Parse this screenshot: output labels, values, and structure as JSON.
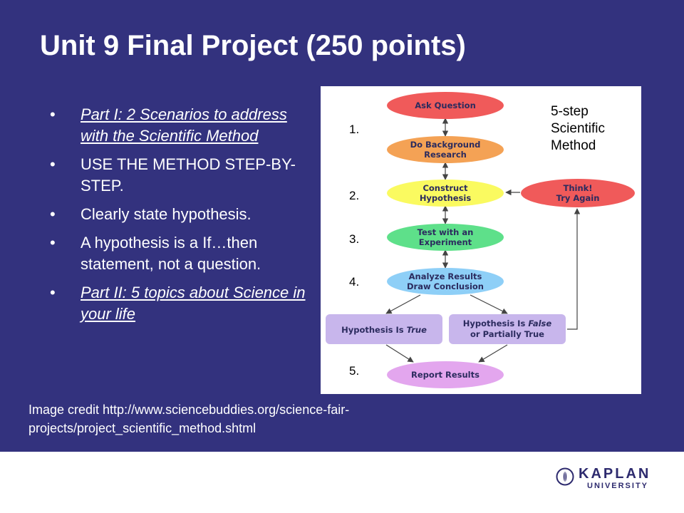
{
  "slide": {
    "title": "Unit 9 Final Project (250 points)",
    "bullets": [
      {
        "text": "Part I: 2 Scenarios to address with the Scientific Method",
        "style": "italic-underline"
      },
      {
        "text": "USE THE METHOD STEP-BY-STEP.",
        "style": "plain"
      },
      {
        "text": "Clearly state hypothesis.",
        "style": "plain"
      },
      {
        "text": "A hypothesis is a If…then statement, not a question.",
        "style": "plain"
      },
      {
        "text": "Part II: 5 topics about Science in your life",
        "style": "italic-underline"
      }
    ],
    "bullet_glyph": "•",
    "credit": "Image credit http://www.sciencebuddies.org/science-fair-projects/project_scientific_method.shtml"
  },
  "diagram": {
    "caption": "5-step Scientific Method",
    "step_labels": [
      "1.",
      "2.",
      "3.",
      "4.",
      "5."
    ],
    "nodes": {
      "ask": [
        "Ask Question"
      ],
      "research": [
        "Do Background",
        "Research"
      ],
      "hypothesis": [
        "Construct",
        "Hypothesis"
      ],
      "experiment": [
        "Test with an",
        "Experiment"
      ],
      "analyze": [
        "Analyze Results",
        "Draw Conclusion"
      ],
      "think": [
        "Think!",
        "Try Again"
      ],
      "true_line": [
        "Hypothesis Is ",
        "True"
      ],
      "false_line1": [
        "Hypothesis Is ",
        "False"
      ],
      "false_line2": "or Partially True",
      "report": [
        "Report Results"
      ]
    },
    "colors": {
      "ask": "#f05a5a",
      "research": "#f4a255",
      "hypothesis": "#fafa60",
      "experiment": "#5ee08a",
      "analyze": "#8ecff7",
      "think": "#f05a5a",
      "outcome": "#c8b6ec",
      "report": "#e3a6ee"
    }
  },
  "logo": {
    "line1": "KAPLAN",
    "line2": "UNIVERSITY"
  },
  "theme": {
    "background": "#33327e",
    "text": "#ffffff",
    "logo": "#2d2a6e"
  }
}
